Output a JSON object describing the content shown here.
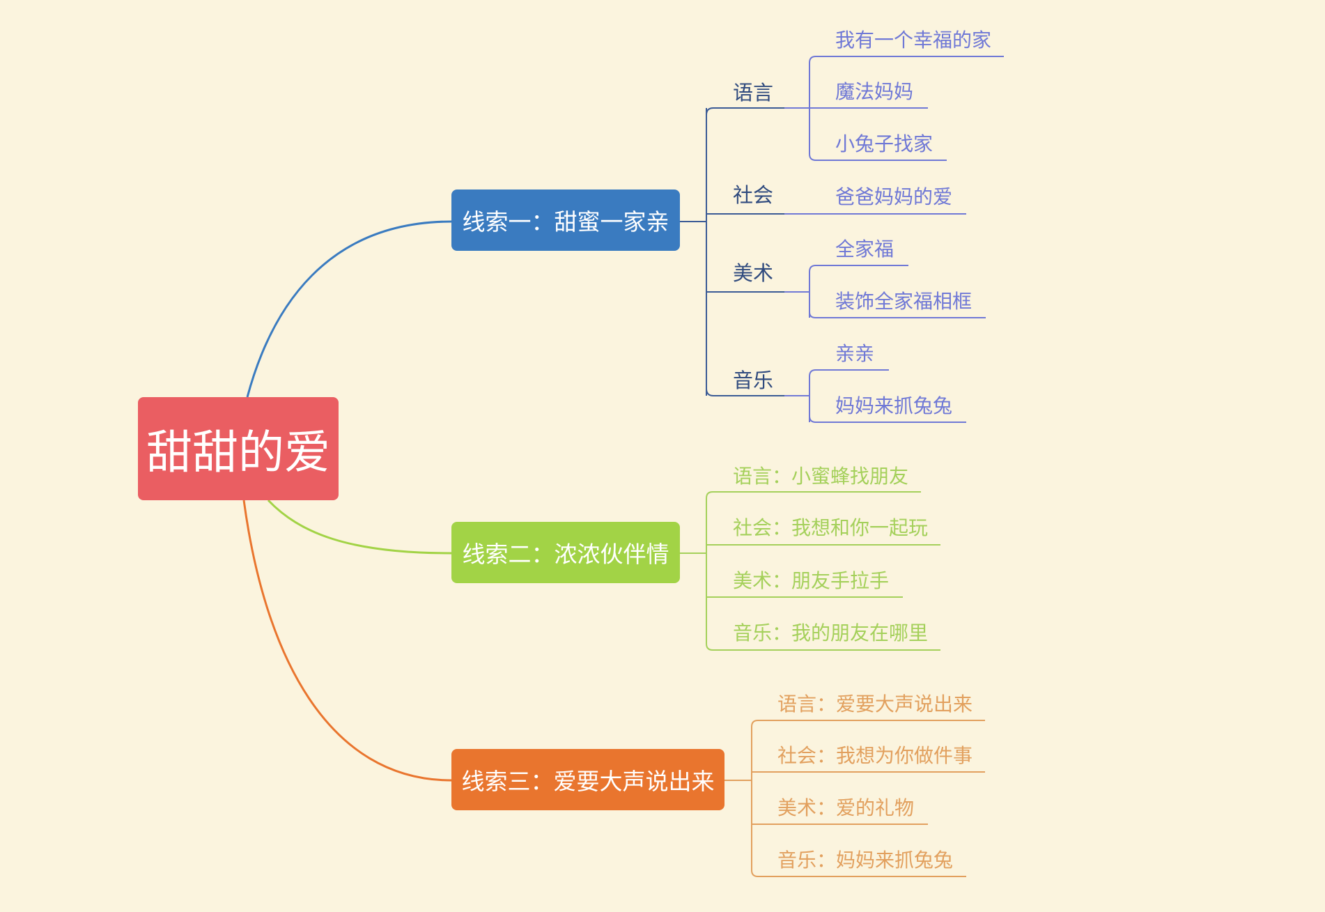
{
  "root": {
    "label": "甜甜的爱",
    "color": "#ea5e62"
  },
  "branches": [
    {
      "label": "线索一：甜蜜一家亲",
      "color": "#3a7bc0",
      "topics": [
        {
          "label": "语言",
          "items": [
            "我有一个幸福的家",
            "魔法妈妈",
            "小兔子找家"
          ]
        },
        {
          "label": "社会",
          "items": [
            "爸爸妈妈的爱"
          ]
        },
        {
          "label": "美术",
          "items": [
            "全家福",
            "装饰全家福相框"
          ]
        },
        {
          "label": "音乐",
          "items": [
            "亲亲",
            "妈妈来抓兔兔"
          ]
        }
      ]
    },
    {
      "label": "线索二：浓浓伙伴情",
      "color": "#a2d346",
      "items": [
        "语言：小蜜蜂找朋友",
        "社会：我想和你一起玩",
        "美术：朋友手拉手",
        "音乐：我的朋友在哪里"
      ]
    },
    {
      "label": "线索三：爱要大声说出来",
      "color": "#e9752e",
      "items": [
        "语言：爱要大声说出来",
        "社会：我想为你做件事",
        "美术：爱的礼物",
        "音乐：妈妈来抓兔兔"
      ]
    }
  ]
}
